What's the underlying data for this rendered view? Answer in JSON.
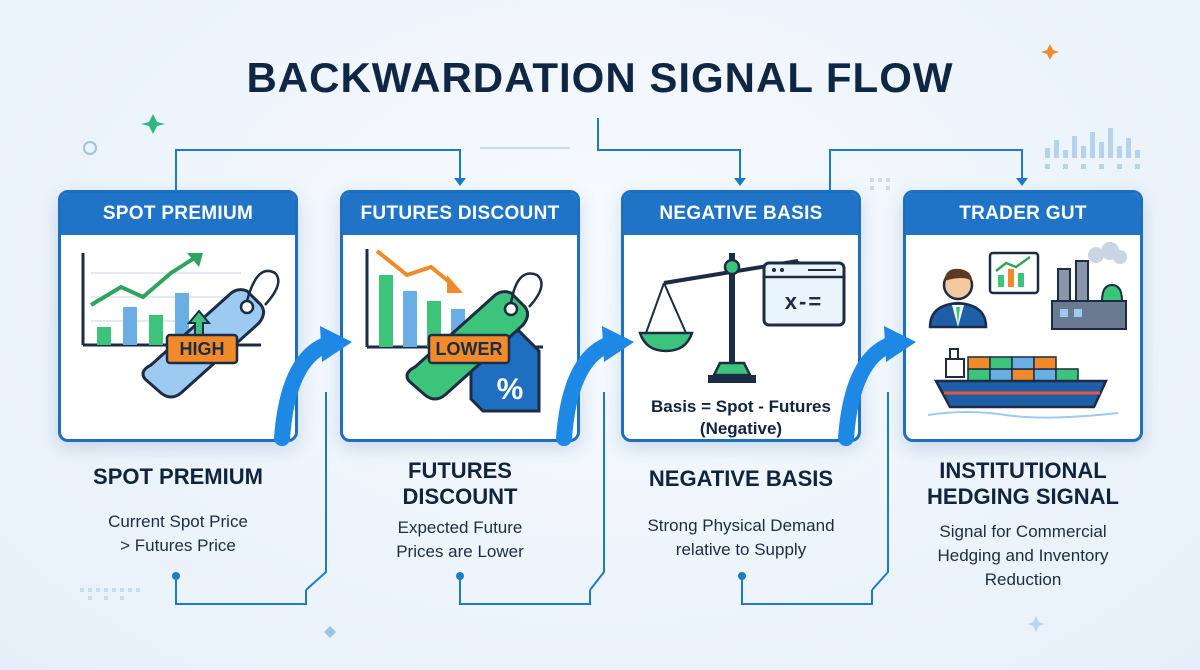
{
  "title": "BACKWARDATION SIGNAL FLOW",
  "steps": [
    {
      "header": "SPOT PREMIUM",
      "tag": "HIGH",
      "title": "SPOT PREMIUM",
      "desc_line1": "Current Spot Price",
      "desc_line2": "> Futures Price"
    },
    {
      "header": "FUTURES DISCOUNT",
      "tag": "LOWER",
      "symbol": "%",
      "title_line1": "FUTURES",
      "title_line2": "DISCOUNT",
      "desc_line1": "Expected Future",
      "desc_line2": "Prices are Lower"
    },
    {
      "header": "NEGATIVE BASIS",
      "formula_symbols": "x-=",
      "formula_line1": "Basis = Spot - Futures",
      "formula_line2": "(Negative)",
      "title": "NEGATIVE BASIS",
      "desc_line1": "Strong Physical Demand",
      "desc_line2": "relative to Supply"
    },
    {
      "header": "TRADER GUT",
      "title_line1": "INSTITUTIONAL",
      "title_line2": "HEDGING SIGNAL",
      "desc_line1": "Signal for Commercial",
      "desc_line2": "Hedging and Inventory",
      "desc_line3": "Reduction"
    }
  ],
  "colors": {
    "header_blue": "#1f74c8",
    "card_border": "#1e6fc0",
    "arrow_blue": "#1e88e5",
    "tag_orange": "#f08a2a",
    "tag_blue": "#9ccaf0",
    "tag_green": "#3cc47a",
    "title_navy": "#0f2644"
  },
  "icons": [
    "trend-up-chart-icon",
    "price-tag-icon",
    "trend-down-chart-icon",
    "balance-scale-icon",
    "calculator-window-icon",
    "businessman-icon",
    "factory-icon",
    "cargo-ship-icon"
  ]
}
